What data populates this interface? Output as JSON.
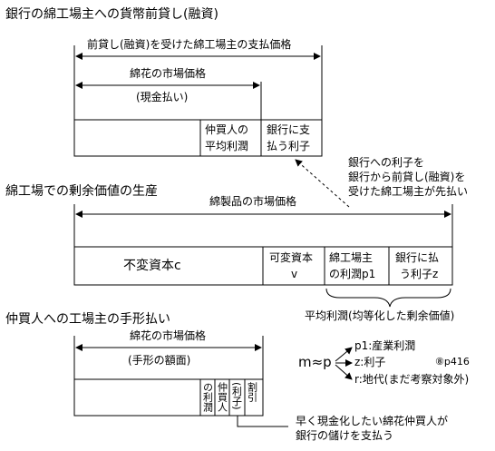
{
  "section1": {
    "title": "銀行の綿工場主への貨幣前貸し(融資)",
    "top_arrow_label": "前貸し(融資)を受けた綿工場主の支払価格",
    "market_price_label": "綿花の市場価格",
    "cash_label": "(現金払い)",
    "cell_merchant_profit_line1": "仲買人の",
    "cell_merchant_profit_line2": "平均利潤",
    "cell_bank_interest_line1": "銀行に支",
    "cell_bank_interest_line2": "払う利子",
    "note_line1": "銀行への利子を",
    "note_line2": "銀行から前貸し(融資)を",
    "note_line3": "受けた綿工場主が先払い"
  },
  "section2": {
    "title": "綿工場での剰余価値の生産",
    "arrow_label": "綿製品の市場価格",
    "cell_constant_capital": "不変資本c",
    "cell_variable_capital_line1": "可変資本",
    "cell_variable_capital_line2": "v",
    "cell_factory_profit_line1": "綿工場主",
    "cell_factory_profit_line2": "の利潤p1",
    "cell_bank_interest_line1": "銀行に払",
    "cell_bank_interest_line2": "う利子z",
    "brace_label": "平均利潤(均等化した剰余価値)"
  },
  "section3": {
    "title": "仲買人への工場主の手形払い",
    "market_price_label": "綿花の市場価格",
    "bill_label": "(手形の額面)",
    "vcell_profit": "の利潤",
    "vcell_merchant": "仲買人",
    "vcell_interest": "(利子)",
    "vcell_discount": "割引",
    "note_line1": "早く現金化したい綿花仲買人が",
    "note_line2": "銀行の儲けを支払う"
  },
  "formula": {
    "lhs": "m≈p",
    "branch_p1": "p1:産業利潤",
    "branch_z": "z:利子",
    "branch_r": "r:地代(まだ考察対象外)",
    "reference": "⑧p416"
  }
}
